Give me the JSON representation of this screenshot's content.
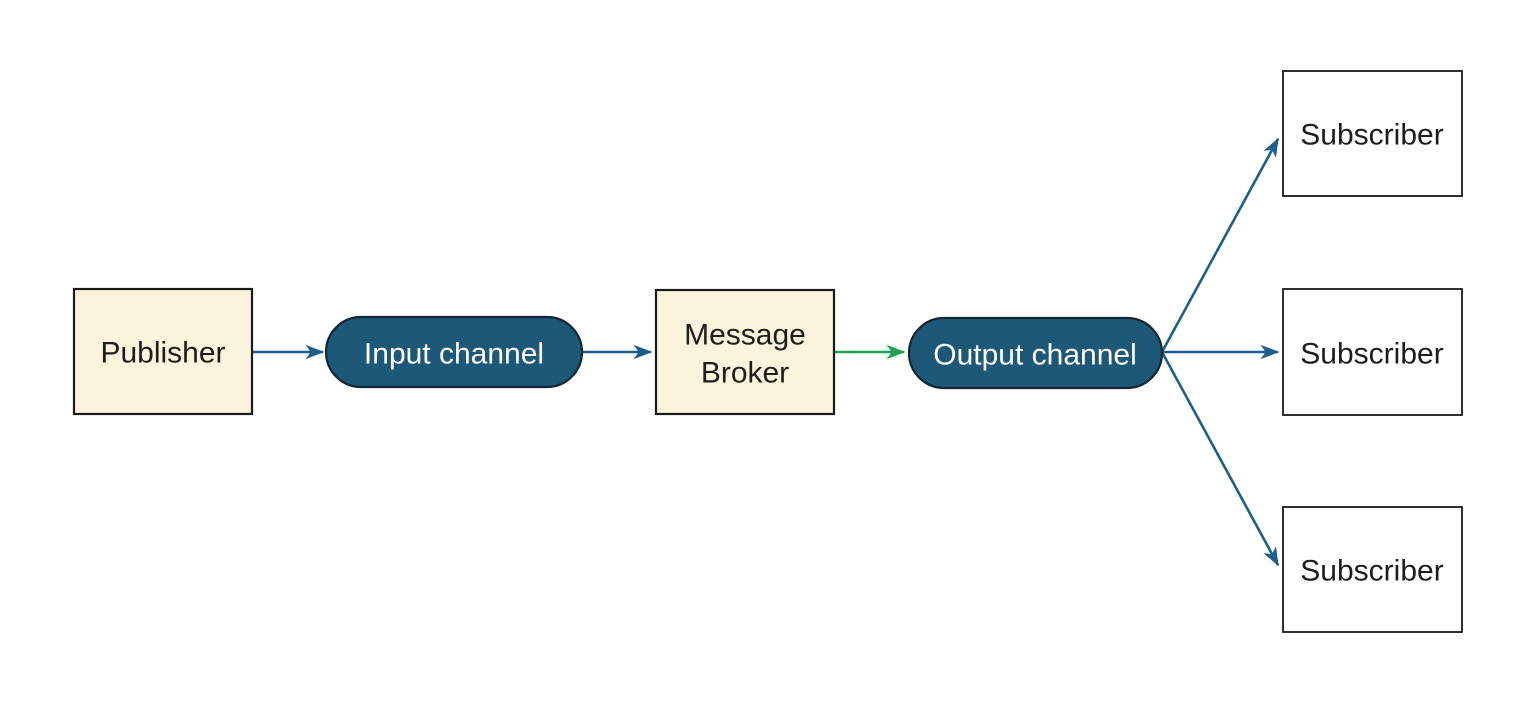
{
  "colors": {
    "background": "#ffffff",
    "node-cream-fill": "#fbf3db",
    "node-cream-stroke": "#1a1a1a",
    "pill-fill": "#1d5878",
    "pill-stroke": "#142630",
    "pill-text": "#ffffff",
    "subscriber-fill": "#ffffff",
    "subscriber-stroke": "#1a1a1a",
    "text-dark": "#1d1d1b",
    "arrow-blue": "#1f5e8a",
    "arrow-green": "#1ea355"
  },
  "nodes": {
    "publisher": {
      "label": "Publisher",
      "shape": "rectangle",
      "style": "cream"
    },
    "input_channel": {
      "label": "Input channel",
      "shape": "pill",
      "style": "blue"
    },
    "message_broker": {
      "label": "Message Broker",
      "label_lines": [
        "Message",
        "Broker"
      ],
      "shape": "rectangle",
      "style": "cream"
    },
    "output_channel": {
      "label": "Output channel",
      "shape": "pill",
      "style": "blue"
    },
    "subscriber_top": {
      "label": "Subscriber",
      "shape": "rectangle",
      "style": "white"
    },
    "subscriber_middle": {
      "label": "Subscriber",
      "shape": "rectangle",
      "style": "white"
    },
    "subscriber_bottom": {
      "label": "Subscriber",
      "shape": "rectangle",
      "style": "white"
    }
  },
  "edges": [
    {
      "from": "publisher",
      "to": "input_channel",
      "color": "blue"
    },
    {
      "from": "input_channel",
      "to": "message_broker",
      "color": "blue"
    },
    {
      "from": "message_broker",
      "to": "output_channel",
      "color": "green"
    },
    {
      "from": "output_channel",
      "to": "subscriber_top",
      "color": "blue"
    },
    {
      "from": "output_channel",
      "to": "subscriber_middle",
      "color": "blue"
    },
    {
      "from": "output_channel",
      "to": "subscriber_bottom",
      "color": "blue"
    }
  ]
}
